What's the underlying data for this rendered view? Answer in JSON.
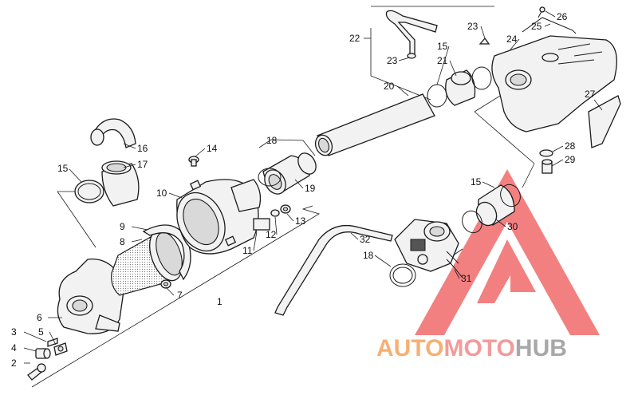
{
  "callouts": [
    {
      "id": "1",
      "text": "1"
    },
    {
      "id": "2",
      "text": "2"
    },
    {
      "id": "3",
      "text": "3"
    },
    {
      "id": "4",
      "text": "4"
    },
    {
      "id": "5",
      "text": "5"
    },
    {
      "id": "6",
      "text": "6"
    },
    {
      "id": "7",
      "text": "7"
    },
    {
      "id": "8",
      "text": "8"
    },
    {
      "id": "9",
      "text": "9"
    },
    {
      "id": "10",
      "text": "10"
    },
    {
      "id": "11",
      "text": "11"
    },
    {
      "id": "12",
      "text": "12"
    },
    {
      "id": "13",
      "text": "13"
    },
    {
      "id": "14",
      "text": "14"
    },
    {
      "id": "15",
      "text": "15"
    },
    {
      "id": "16",
      "text": "16"
    },
    {
      "id": "17",
      "text": "17"
    },
    {
      "id": "18",
      "text": "18"
    },
    {
      "id": "19",
      "text": "19"
    },
    {
      "id": "20",
      "text": "20"
    },
    {
      "id": "21",
      "text": "21"
    },
    {
      "id": "22",
      "text": "22"
    },
    {
      "id": "23",
      "text": "23"
    },
    {
      "id": "24",
      "text": "24"
    },
    {
      "id": "25",
      "text": "25"
    },
    {
      "id": "26",
      "text": "26"
    },
    {
      "id": "27",
      "text": "27"
    },
    {
      "id": "28",
      "text": "28"
    },
    {
      "id": "29",
      "text": "29"
    },
    {
      "id": "30",
      "text": "30"
    },
    {
      "id": "31",
      "text": "31"
    },
    {
      "id": "32",
      "text": "32"
    }
  ],
  "watermark": {
    "auto": "AUTO",
    "moto": "MOTO",
    "hub": "HUB",
    "colors": {
      "auto": "#f5a35c",
      "moto": "#f08a8a",
      "hub": "#9a9a9a",
      "triangle": "#f26a6a"
    }
  }
}
